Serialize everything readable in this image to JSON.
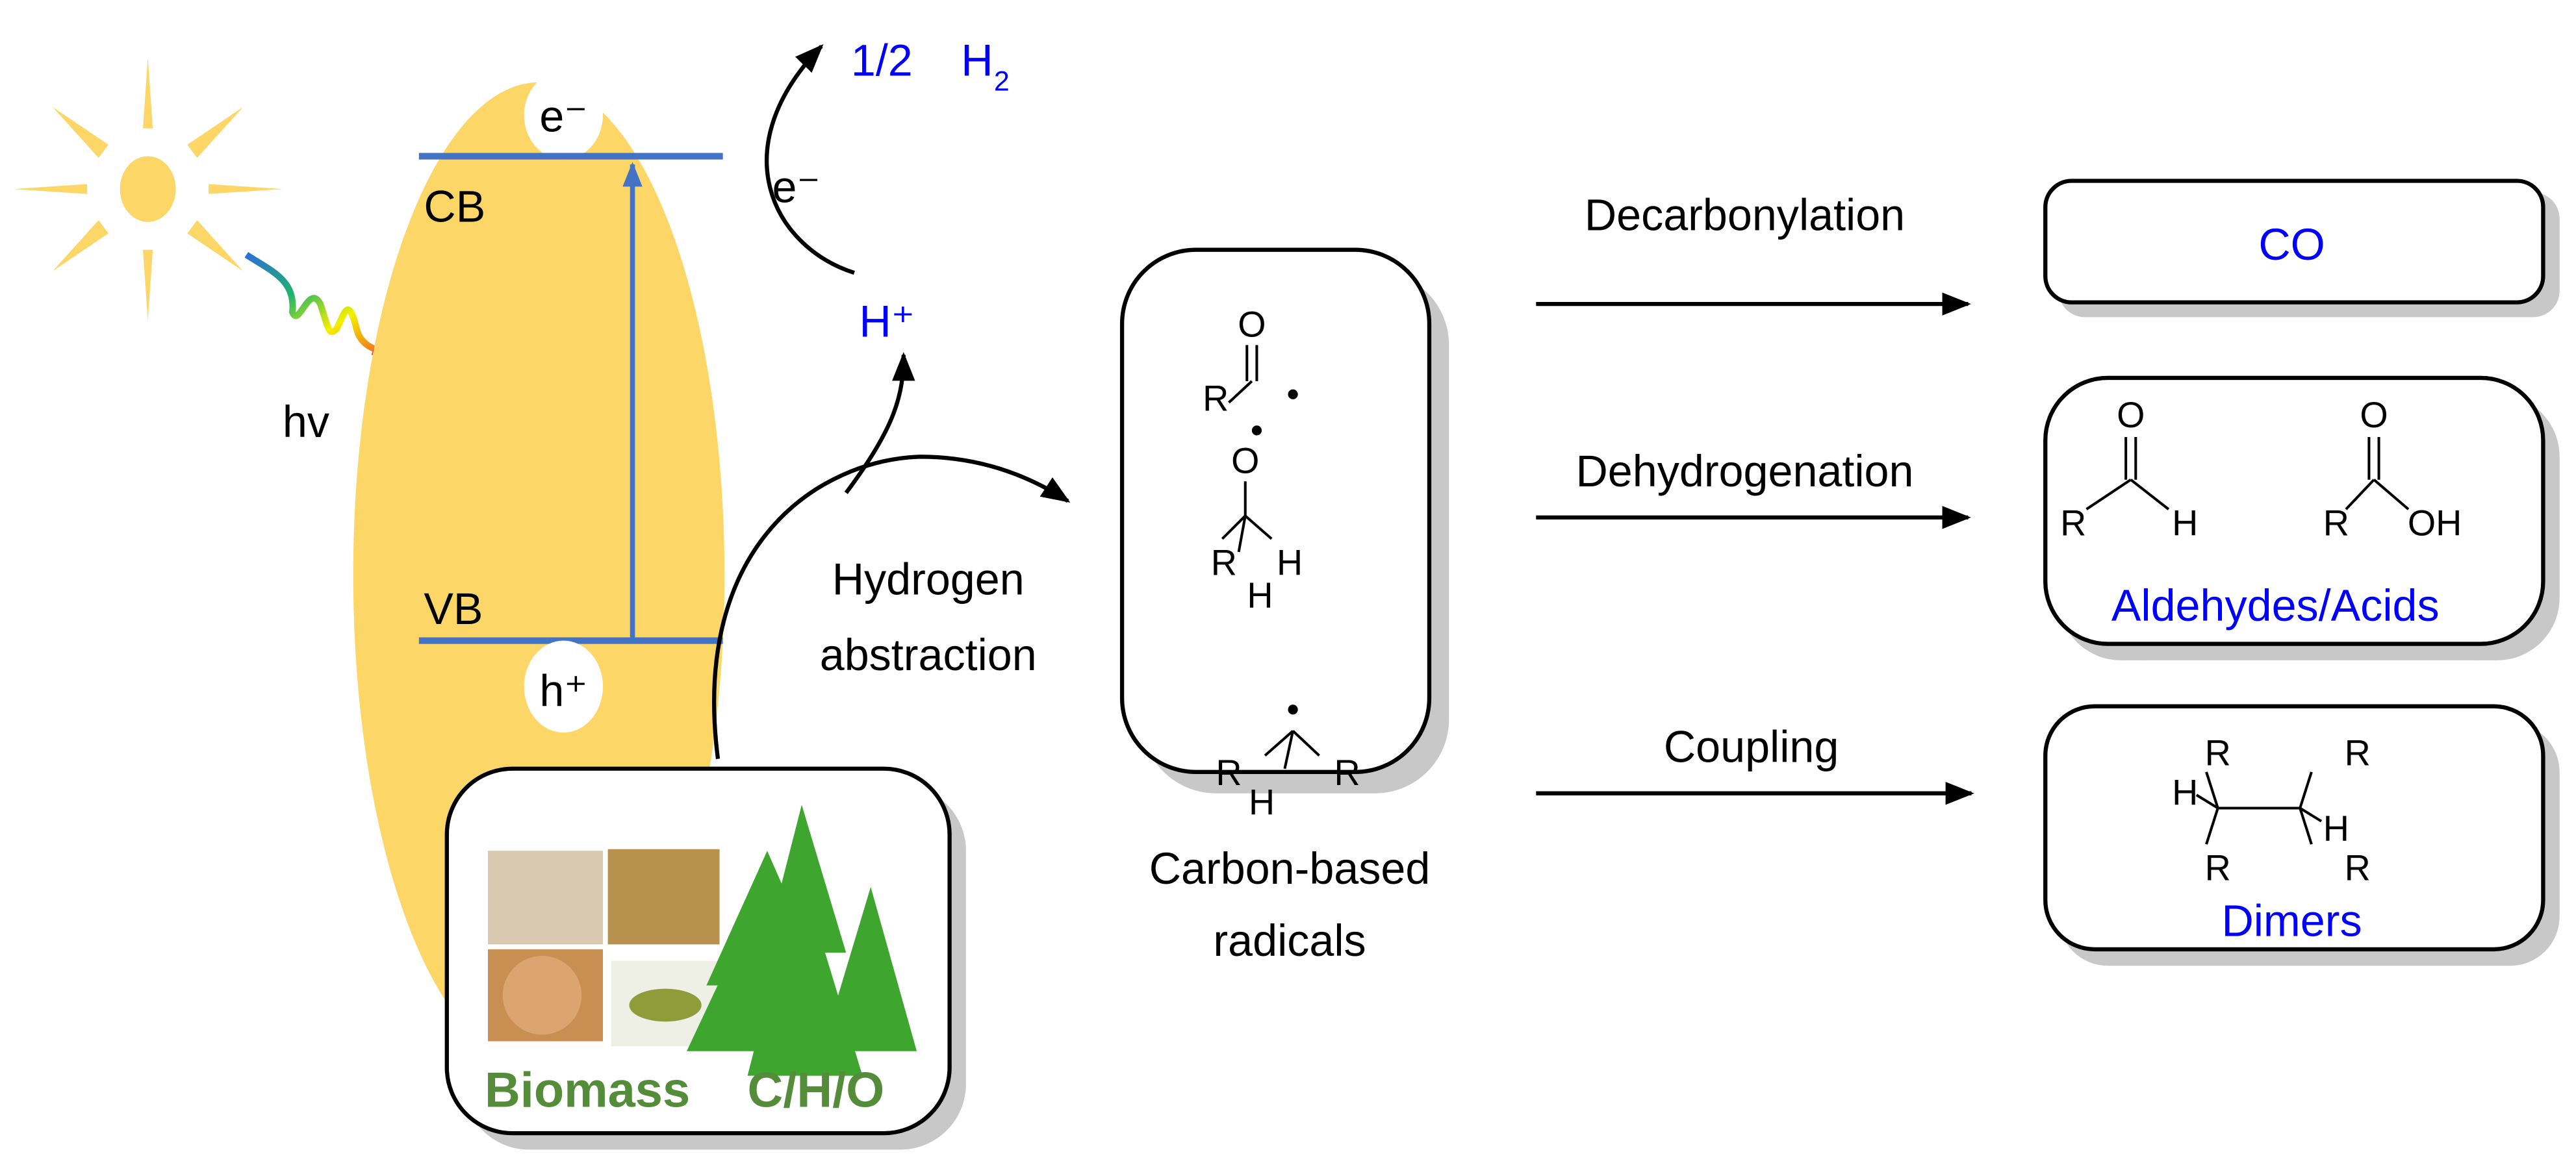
{
  "photocatalyst": {
    "electron": "e⁻",
    "hole": "h⁺",
    "cb": "CB",
    "vb": "VB",
    "light": "hv",
    "electron_transfer": "e⁻",
    "proton": "H⁺",
    "hydrogen_product_prefix": "1/2",
    "hydrogen_product": "H",
    "hydrogen_subscript": "2",
    "sun_color": "#fcd667",
    "band_color": "#4472c4"
  },
  "step": {
    "line1": "Hydrogen",
    "line2": "abstraction"
  },
  "biomass": {
    "label1": "Biomass",
    "label2": "C/H/O"
  },
  "radicals": {
    "caption1": "Carbon-based",
    "caption2": "radicals",
    "acyl": {
      "o": "O",
      "r": "R"
    },
    "alkoxy": {
      "o": "O",
      "r": "R",
      "h1": "H",
      "h2": "H"
    },
    "alkyl": {
      "r1": "R",
      "r2": "R",
      "h": "H"
    }
  },
  "pathways": [
    {
      "label": "Decarbonylation",
      "product": "CO"
    },
    {
      "label": "Dehydrogenation",
      "product": "Aldehydes/Acids"
    },
    {
      "label": "Coupling",
      "product": "Dimers"
    }
  ],
  "aldehyde": {
    "o": "O",
    "r": "R",
    "h": "H"
  },
  "acid": {
    "o": "O",
    "r": "R",
    "oh": "OH"
  },
  "dimer": {
    "r1": "R",
    "h1": "H",
    "r2": "R",
    "r3": "R",
    "h2": "H",
    "r4": "R"
  }
}
